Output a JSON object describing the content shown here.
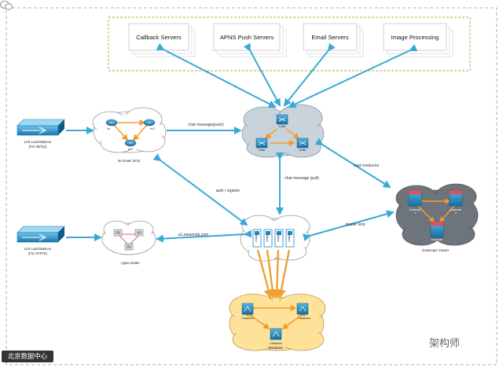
{
  "services": [
    "Callback Servers",
    "APNS Push Servers",
    "Email Servers",
    "Image Processing"
  ],
  "lvs_top": {
    "line1": "LVS Load Balance",
    "line2": "(For IM/Tcp)"
  },
  "lvs_bottom": {
    "line1": "LVS Load Balance",
    "line2": "(For HTTPS)"
  },
  "im_cluster": {
    "label": "im cluster (im1)",
    "nodes": [
      "im",
      "im 2",
      "im 3"
    ]
  },
  "kafka": {
    "nodes": [
      "Kafka",
      "Kafka",
      "Kafka"
    ]
  },
  "nginx": {
    "label": "nginx cluster"
  },
  "rest": {
    "nodes": [
      "restapi",
      "restapi",
      "restapi",
      "restapi"
    ]
  },
  "zookeeper": {
    "label": "Zookeeper Cluster",
    "nodes": [
      "Zookeeper",
      "zookeeper",
      "Zookeeper"
    ],
    "node_nums": [
      "1",
      "2",
      "3"
    ]
  },
  "database": {
    "label": "Database",
    "nodes": [
      "Cassandra",
      "Cassandra",
      "Cassandra"
    ]
  },
  "edges": {
    "chat_push": "chat message(push)",
    "auth": "auth / register",
    "chat_pull": "chat message (pull)",
    "leader": "lead conductor",
    "domain": "a1.easemob.com",
    "cluster_lock": "cluster lock"
  },
  "stamp": "北京数据中心",
  "watermark": "架构师",
  "colors": {
    "arrow": "#3aaad4",
    "db_arrow": "#f0a030",
    "cloud_gray": "#c9d3dc",
    "cloud_dark": "#6d747c",
    "cloud_yellow": "#ffe29a",
    "router": "#1b86c0"
  }
}
